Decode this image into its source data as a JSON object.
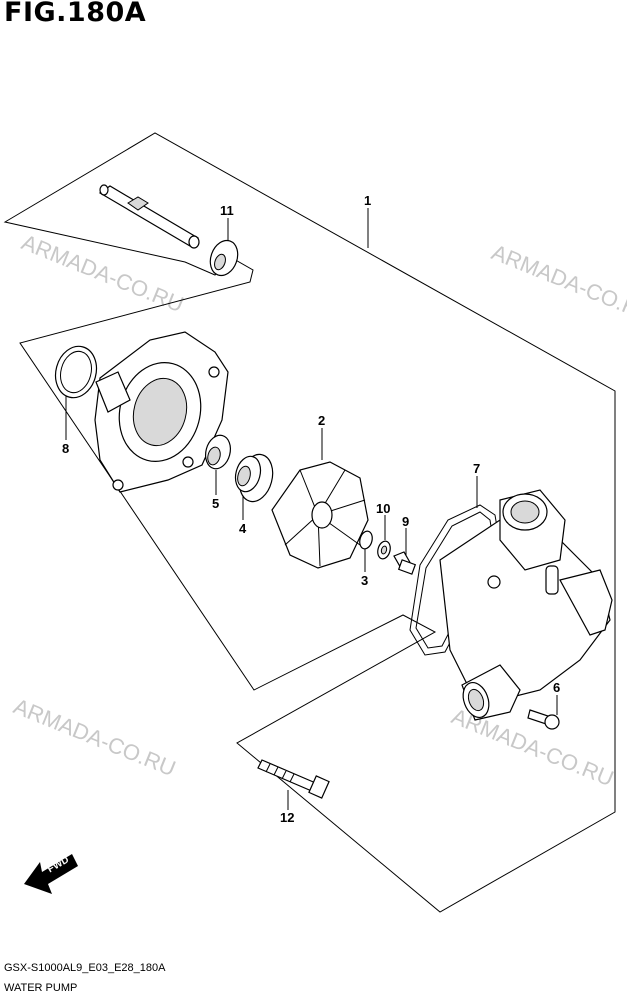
{
  "figure": {
    "title": "FIG.180A"
  },
  "footer": {
    "model_code": "GSX-S1000AL9_E03_E28_180A",
    "caption": "WATER PUMP"
  },
  "watermarks": [
    "ARMADA-CO.RU",
    "ARMADA-CO.RU",
    "ARMADA-CO.RU",
    "ARMADA-CO.RU"
  ],
  "fwd_label": "FWD",
  "callouts": [
    "1",
    "2",
    "3",
    "4",
    "5",
    "6",
    "7",
    "8",
    "9",
    "10",
    "11",
    "12"
  ]
}
